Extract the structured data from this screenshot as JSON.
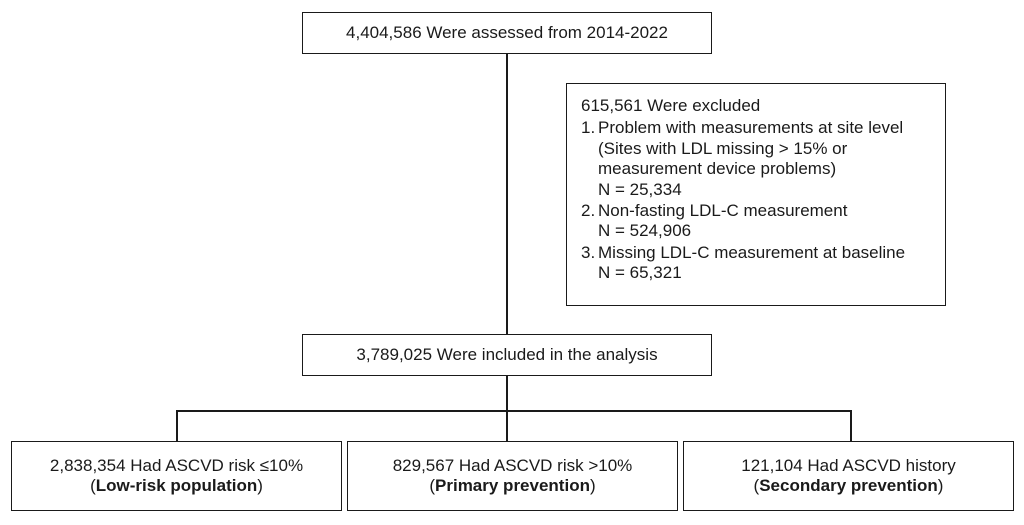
{
  "assessed": {
    "text": "4,404,586 Were assessed  from 2014-2022"
  },
  "excluded": {
    "title": "615,561 Were excluded",
    "items": [
      {
        "num": "1.",
        "lines": [
          "Problem with measurements at site level",
          "(Sites with LDL missing > 15% or",
          "measurement device problems)",
          "N = 25,334"
        ]
      },
      {
        "num": "2.",
        "lines": [
          "Non-fasting LDL-C measurement",
          "N = 524,906"
        ]
      },
      {
        "num": "3.",
        "lines": [
          "Missing LDL-C measurement at baseline",
          "N = 65,321"
        ]
      }
    ]
  },
  "included": {
    "text": "3,789,025 Were included in the analysis"
  },
  "groups": [
    {
      "line1": "2,838,354 Had ASCVD risk ≤10%",
      "open": "(",
      "label": "Low-risk population",
      "close": ")"
    },
    {
      "line1": "829,567 Had ASCVD risk >10%",
      "open": "(",
      "label": "Primary prevention",
      "close": ")"
    },
    {
      "line1": "121,104 Had ASCVD history",
      "open": "(",
      "label": "Secondary prevention",
      "close": ")"
    }
  ]
}
